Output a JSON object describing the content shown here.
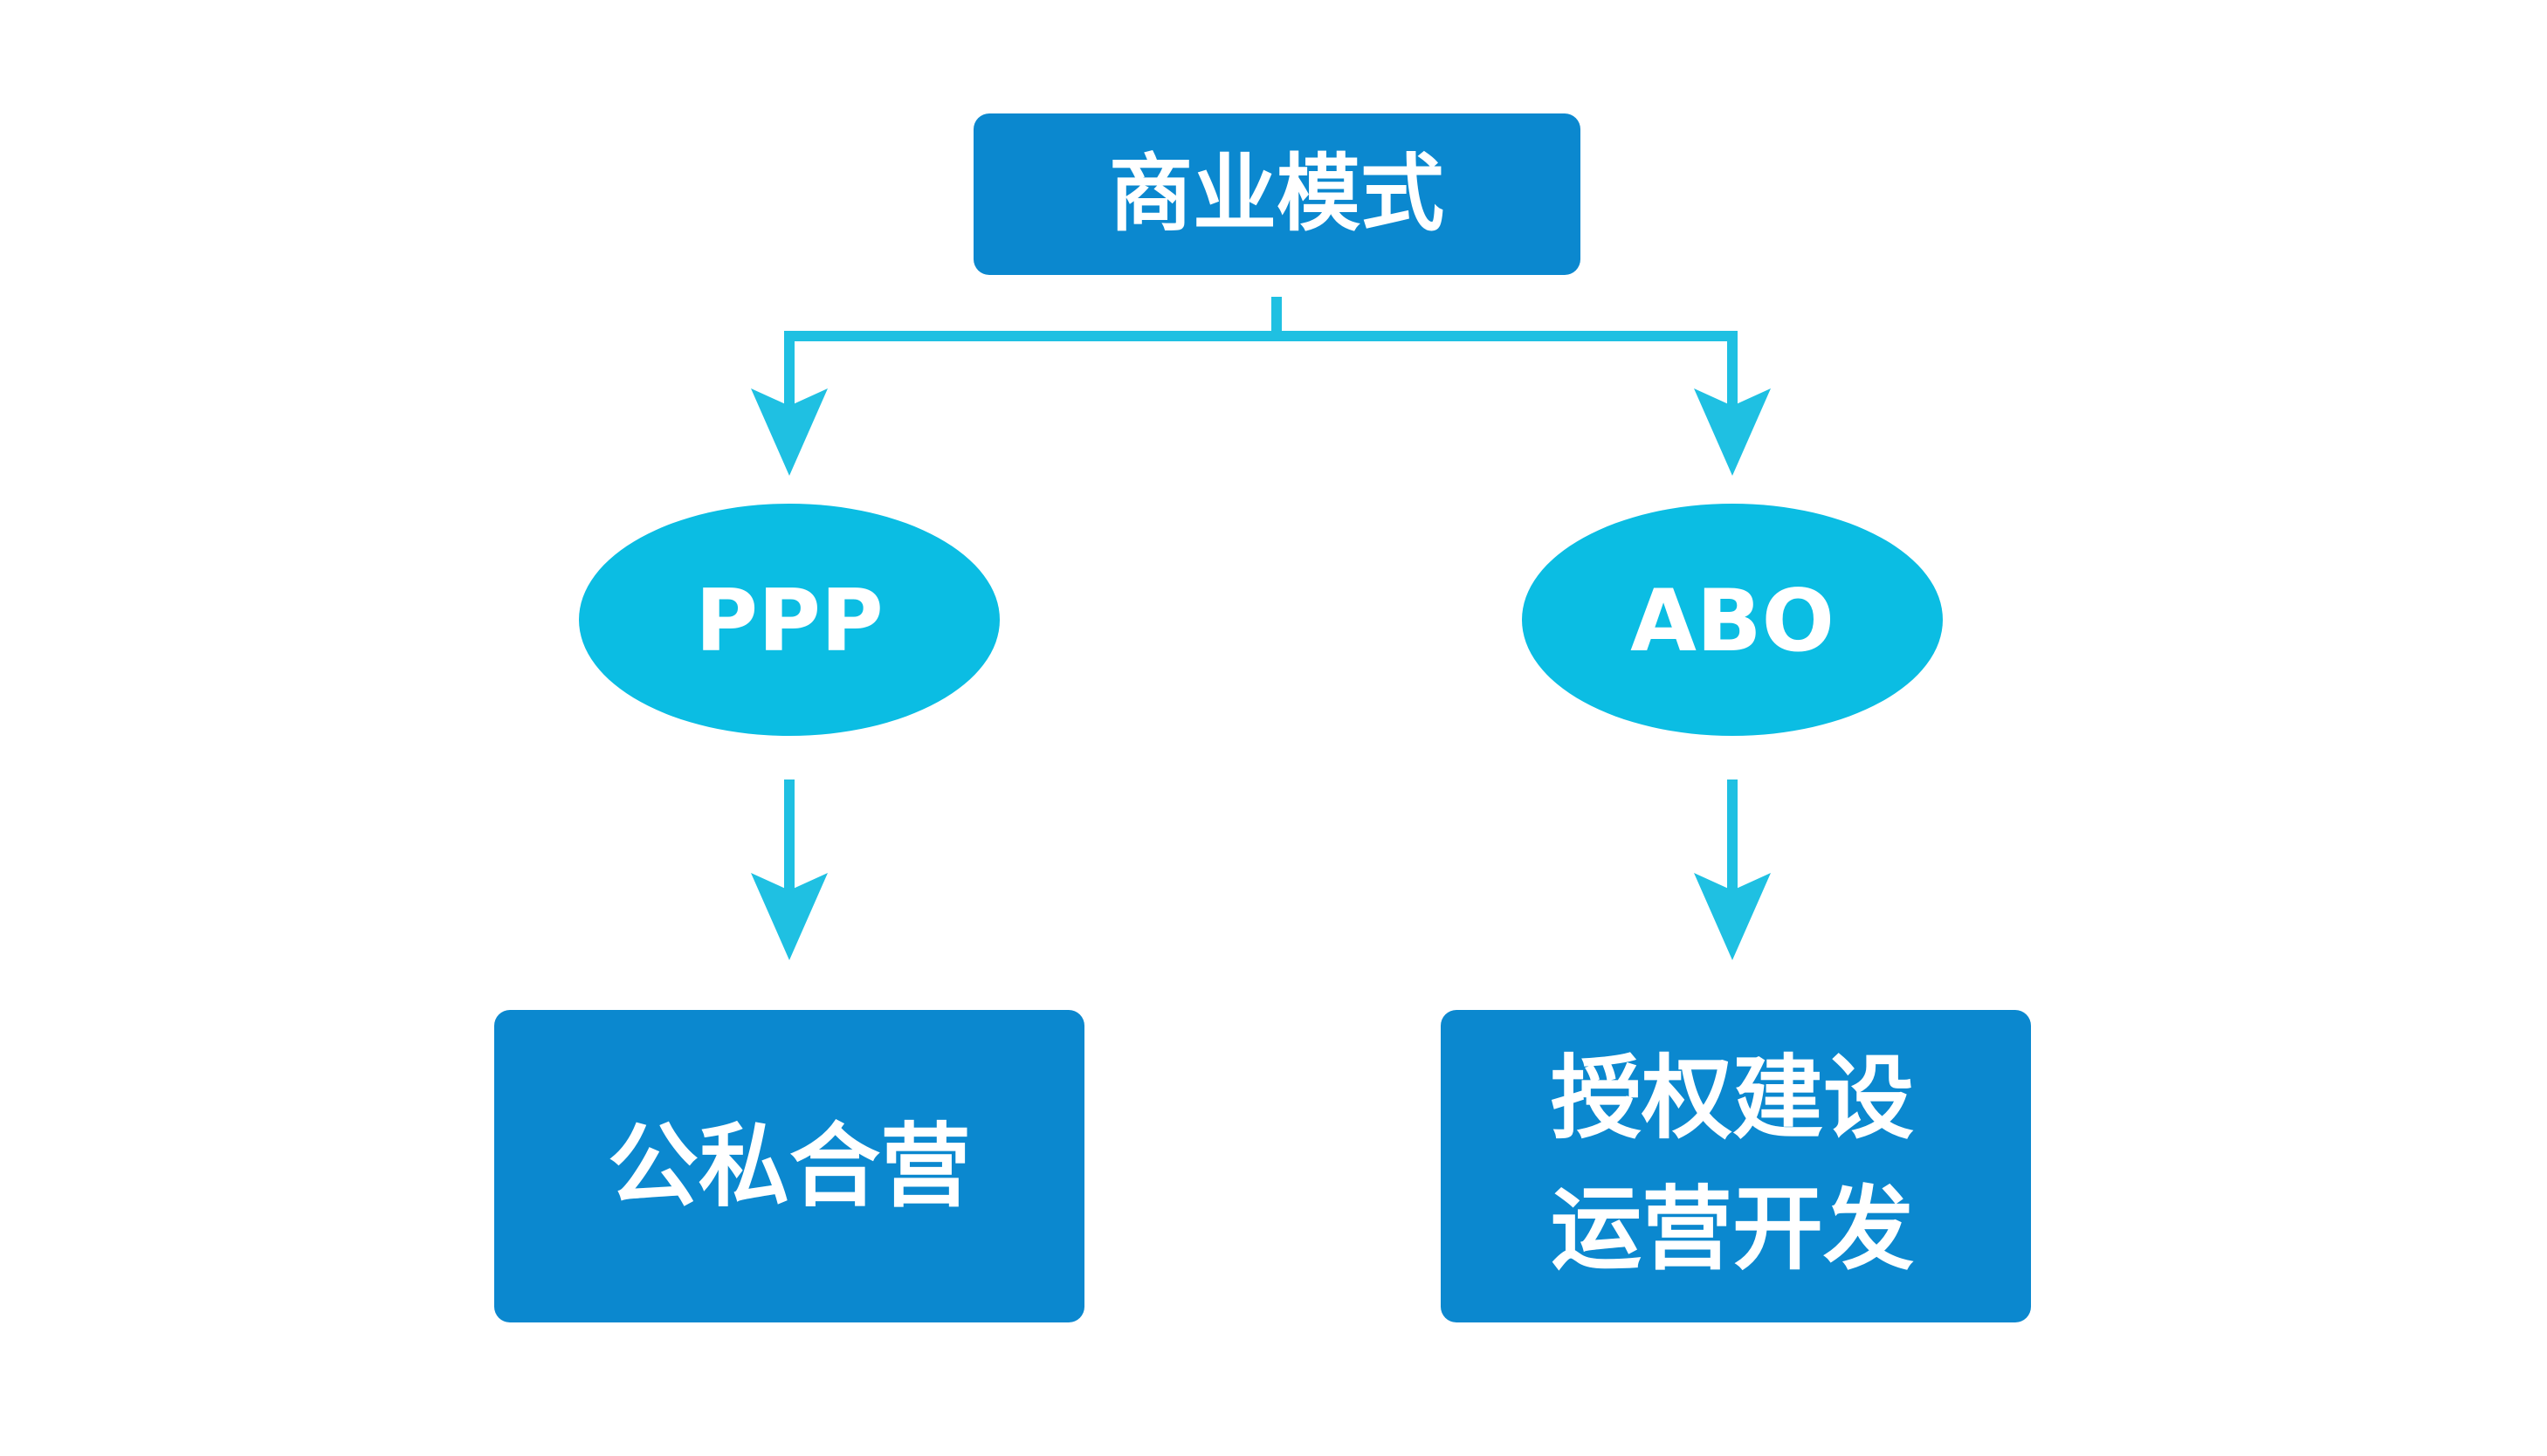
{
  "colors": {
    "box_fill": "#0b88cf",
    "ellipse_fill": "#0bbde3",
    "connector": "#1fc0e2",
    "text": "#ffffff"
  },
  "nodes": {
    "root": {
      "label": "商业模式"
    },
    "left_model": {
      "label": "PPP"
    },
    "right_model": {
      "label": "ABO"
    },
    "left_result": {
      "label": "公私合营"
    },
    "right_result": {
      "line1": "授权建设",
      "line2": "运营开发"
    }
  }
}
